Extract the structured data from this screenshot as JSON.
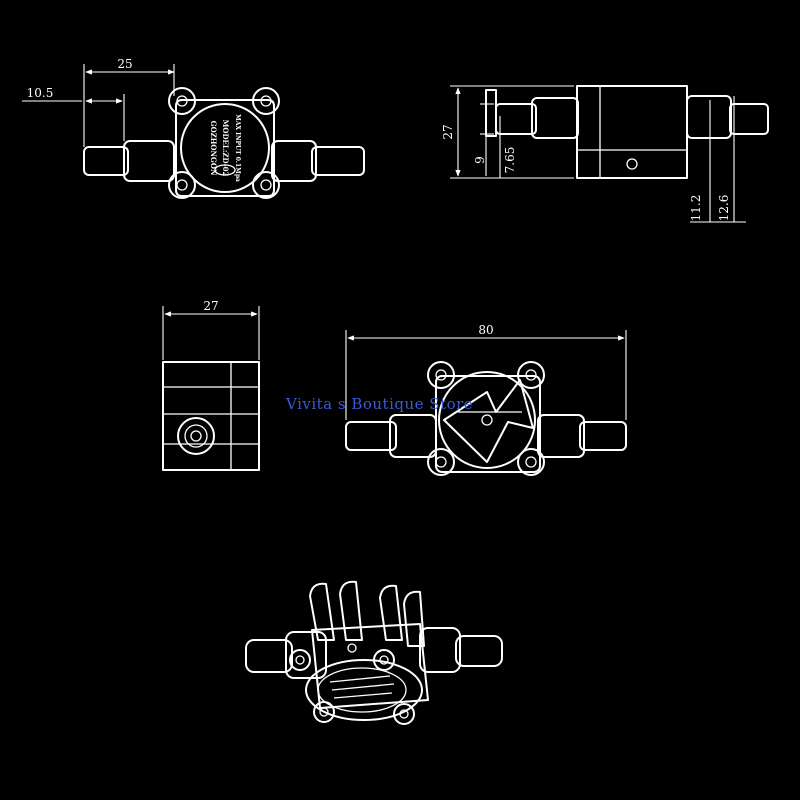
{
  "dimensions": {
    "top_left_width": "25",
    "top_left_offset": "10.5",
    "side_height": "27",
    "side_inner": "9",
    "side_inner2": "7.65",
    "side_outlet": "11.2",
    "side_outlet2": "12.6",
    "end_width": "27",
    "overall_length": "80"
  },
  "label_plate": {
    "brand": "GOZHONGON",
    "model": "MODEL:ZD-02",
    "note": "MAX INPUT 0.1Mpa"
  },
  "watermark": "Vivita s Boutique Store",
  "colors": {
    "background": "#000000",
    "line": "#ffffff",
    "watermark": "#3a5ad8"
  }
}
